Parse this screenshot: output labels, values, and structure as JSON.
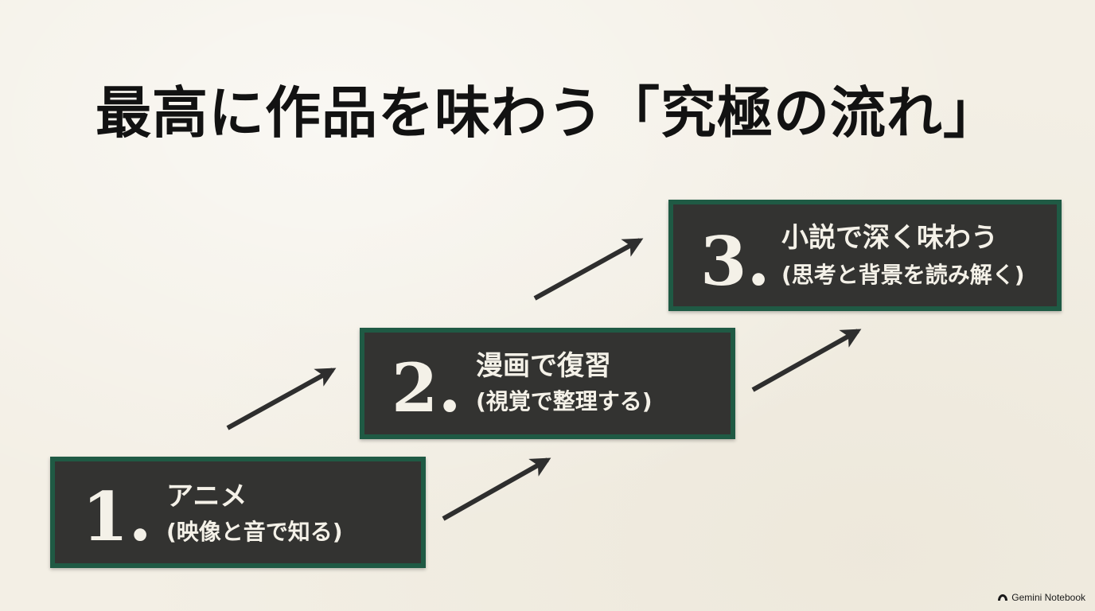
{
  "title": "最高に作品を味わう「究極の流れ」",
  "steps": [
    {
      "number": "1.",
      "title": "アニメ",
      "subtitle": "(映像と音で知る)"
    },
    {
      "number": "2.",
      "title": "漫画で復習",
      "subtitle": "(視覚で整理する)"
    },
    {
      "number": "3.",
      "title": "小説で深く味わう",
      "subtitle": "(思考と背景を読み解く)"
    }
  ],
  "colors": {
    "background": "#f3efe5",
    "box_fill": "#333331",
    "box_border": "#1f5a44",
    "box_text": "#f4f1e8",
    "arrow": "#2e2e2e"
  },
  "watermark": {
    "label": "Gemini Notebook",
    "icon": "notebook-logo-icon"
  }
}
